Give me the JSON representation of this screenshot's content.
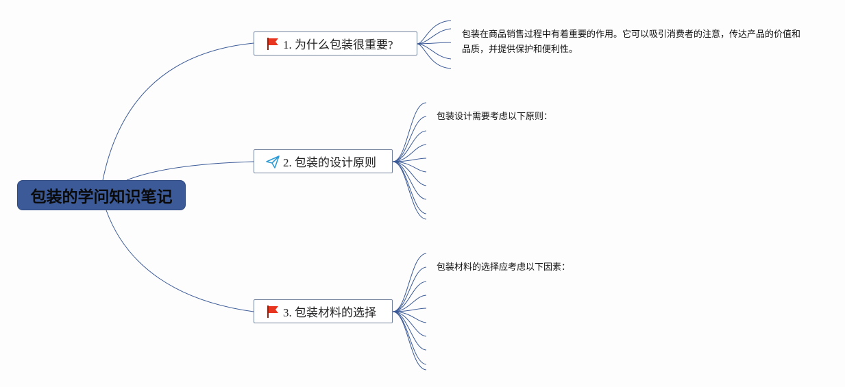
{
  "root": {
    "label": "包装的学问知识笔记"
  },
  "topics": [
    {
      "label": "1. 为什么包装很重要?",
      "icon": "flag-icon",
      "note": "包装在商品销售过程中有着重要的作用。它可以吸引消费者的注意，传达产品的价值和品质，并提供保护和便利性。"
    },
    {
      "label": "2. 包装的设计原则",
      "icon": "paper-plane-icon",
      "note": "包装设计需要考虑以下原则："
    },
    {
      "label": "3. 包装材料的选择",
      "icon": "flag-icon",
      "note": "包装材料的选择应考虑以下因素："
    }
  ],
  "colors": {
    "root_fill": "#3b5a97",
    "line": "#3b5a97",
    "flag": "#e8351f",
    "plane": "#2b9bd6"
  }
}
